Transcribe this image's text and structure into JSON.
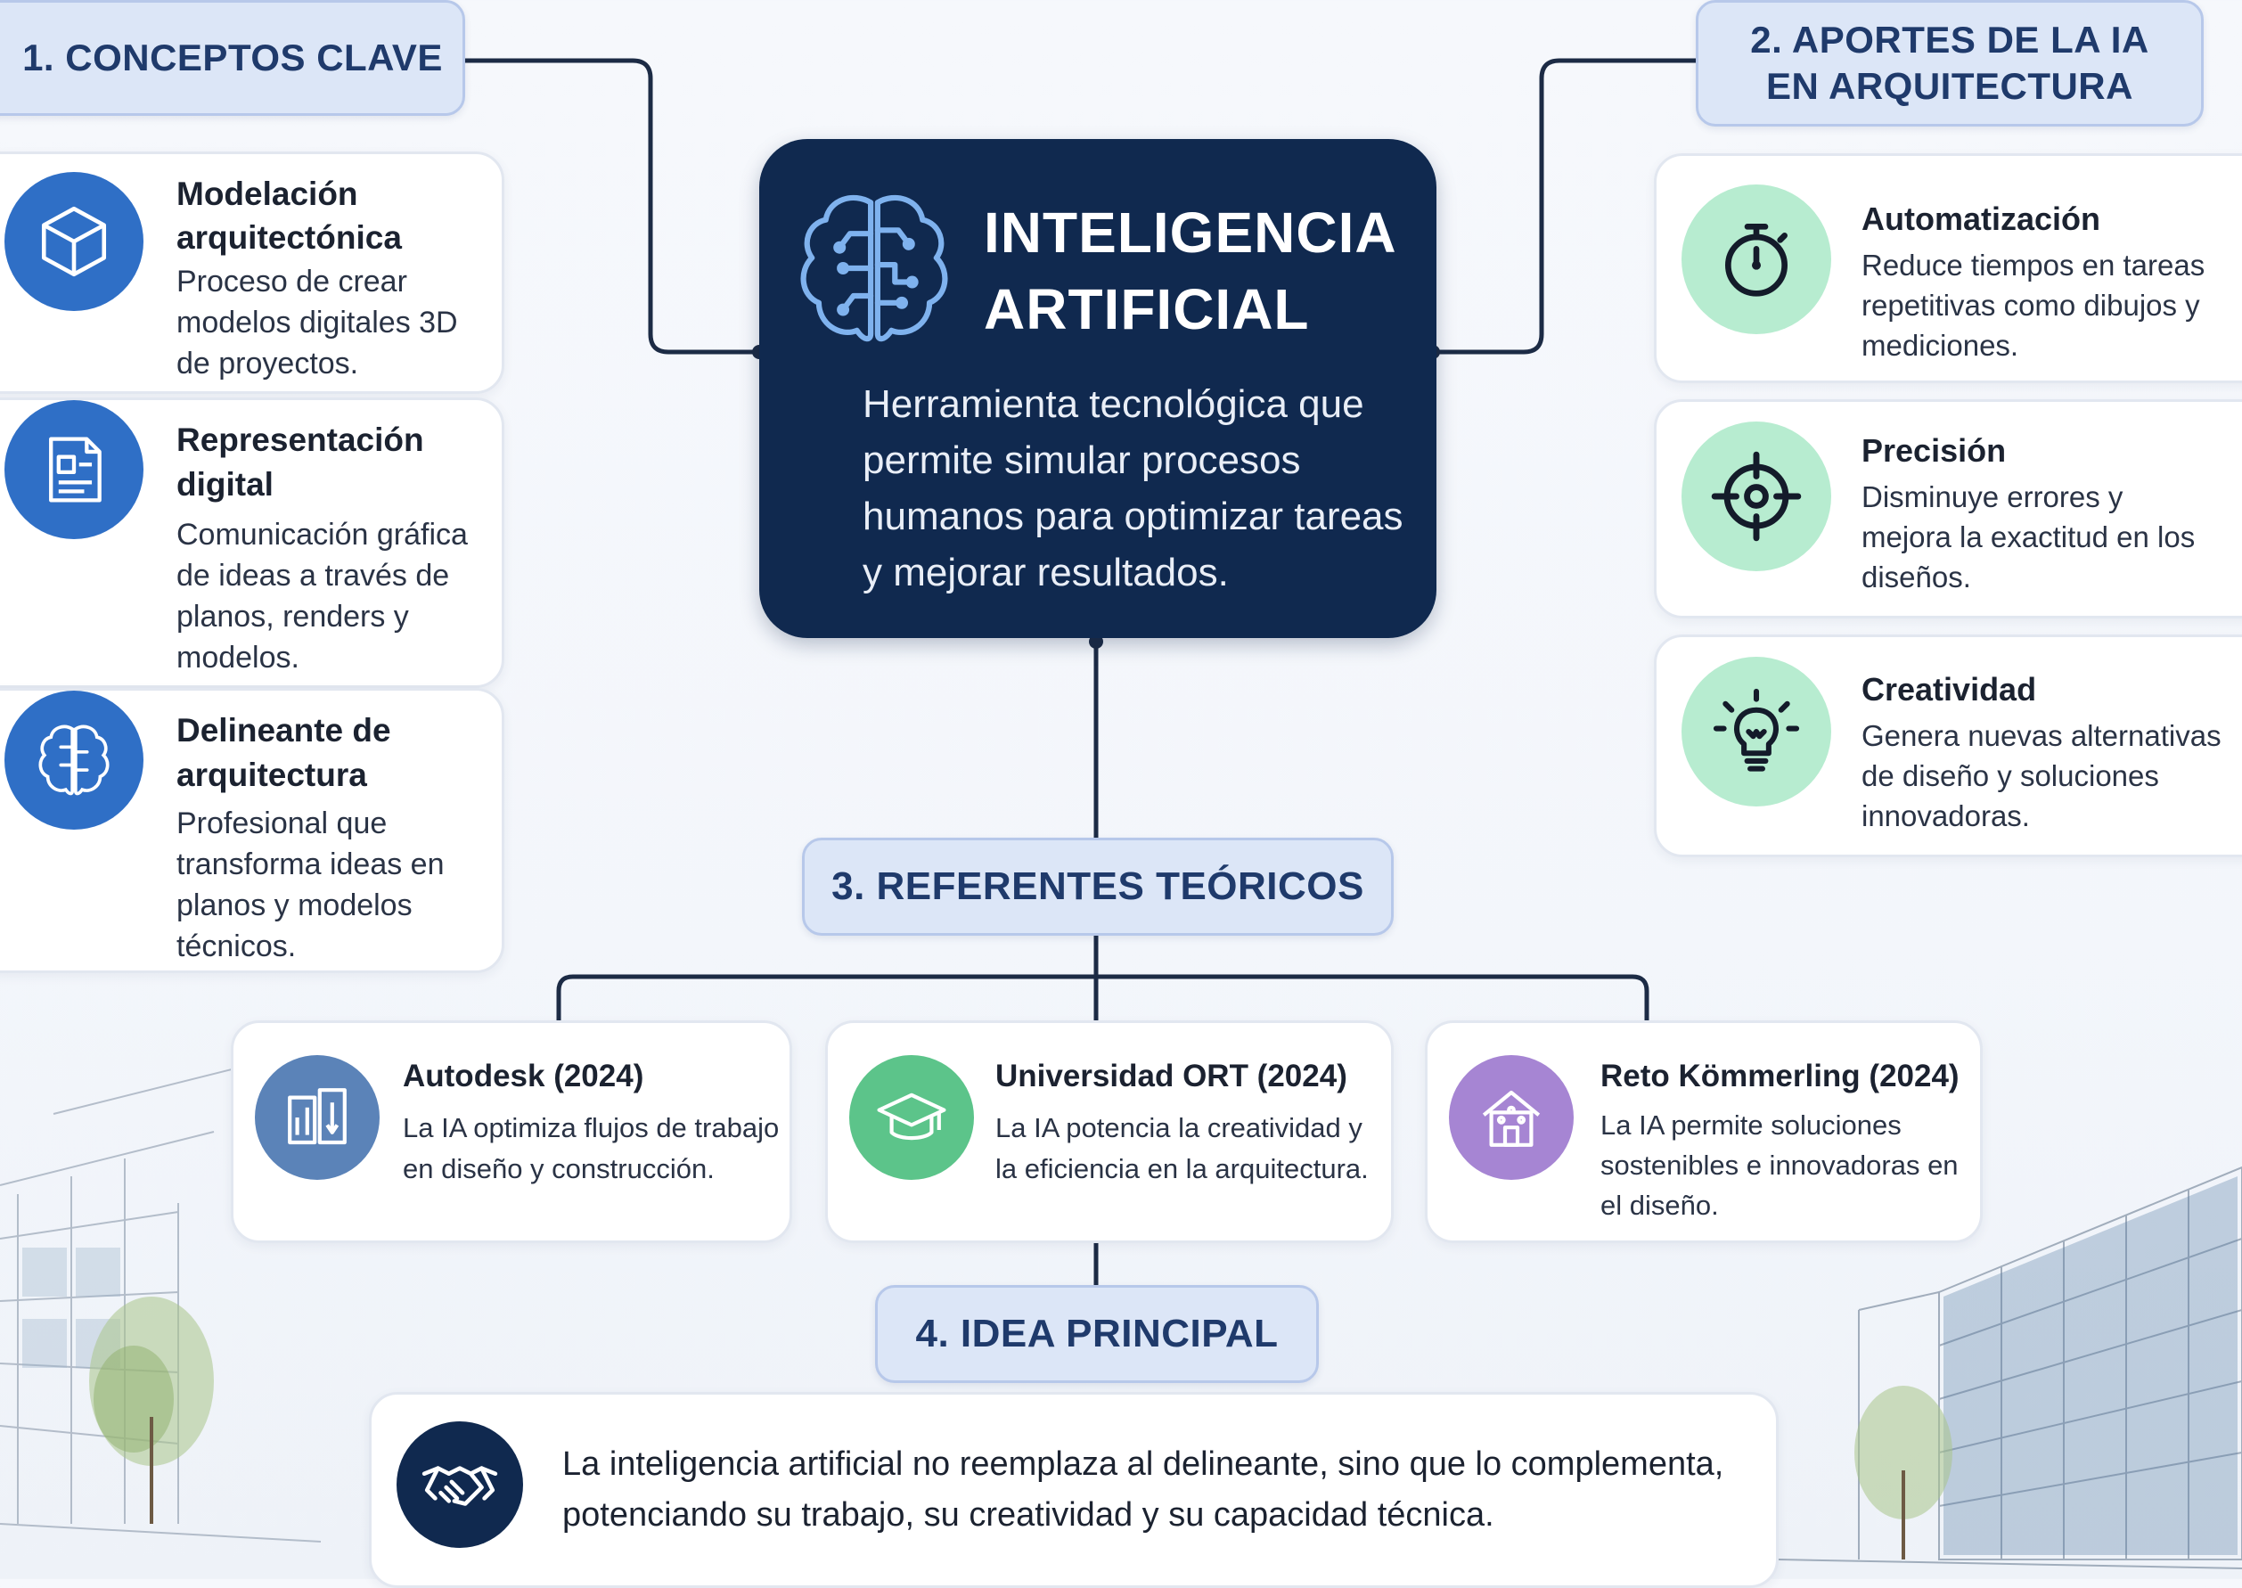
{
  "center": {
    "title_line1": "INTELIGENCIA",
    "title_line2": "ARTIFICIAL",
    "description": "Herramienta tecnológica que permite simular procesos humanos para optimizar tareas y mejorar resultados."
  },
  "section1": {
    "label": "1. CONCEPTOS CLAVE",
    "items": [
      {
        "title": "Modelación arquitectónica",
        "desc": "Proceso de crear modelos digitales 3D de proyectos.",
        "icon": "cube-icon"
      },
      {
        "title": "Representación digital",
        "desc": "Comunicación gráfica de ideas a través de planos, renders y modelos.",
        "icon": "blueprint-document-icon"
      },
      {
        "title": "Delineante de arquitectura",
        "desc": "Profesional que transforma ideas en planos y modelos técnicos.",
        "icon": "brain-circuit-icon"
      }
    ]
  },
  "section2": {
    "label_line1": "2. APORTES DE LA IA",
    "label_line2": "EN ARQUITECTURA",
    "items": [
      {
        "title": "Automatización",
        "desc": "Reduce tiempos en tareas repetitivas como dibujos y mediciones.",
        "icon": "stopwatch-icon"
      },
      {
        "title": "Precisión",
        "desc": "Disminuye errores y mejora la exactitud en los diseños.",
        "icon": "crosshair-icon"
      },
      {
        "title": "Creatividad",
        "desc": "Genera nuevas alternativas de diseño y soluciones innovadoras.",
        "icon": "lightbulb-icon"
      }
    ]
  },
  "section3": {
    "label": "3. REFERENTES TEÓRICOS",
    "items": [
      {
        "title": "Autodesk (2024)",
        "desc": "La IA optimiza flujos de trabajo en diseño y construcción.",
        "icon": "workflow-plan-icon",
        "color": "#5b83b8"
      },
      {
        "title": "Universidad ORT (2024)",
        "desc": "La IA potencia la creatividad y la eficiencia en la arquitectura.",
        "icon": "graduation-cap-icon",
        "color": "#5cc48a"
      },
      {
        "title": "Reto Kömmerling (2024)",
        "desc": "La IA permite soluciones sostenibles e innovadoras en el diseño.",
        "icon": "sustainable-house-icon",
        "color": "#a685d3"
      }
    ]
  },
  "section4": {
    "label": "4. IDEA PRINCIPAL",
    "text": "La inteligencia artificial no reemplaza al delineante, sino que lo complementa, potenciando su trabajo, su creatividad y su capacidad técnica.",
    "icon": "handshake-icon"
  },
  "colors": {
    "navy": "#10294f",
    "blue": "#2f6fc6",
    "mint": "#b7ecd0",
    "label_bg": "#dce6f7"
  }
}
